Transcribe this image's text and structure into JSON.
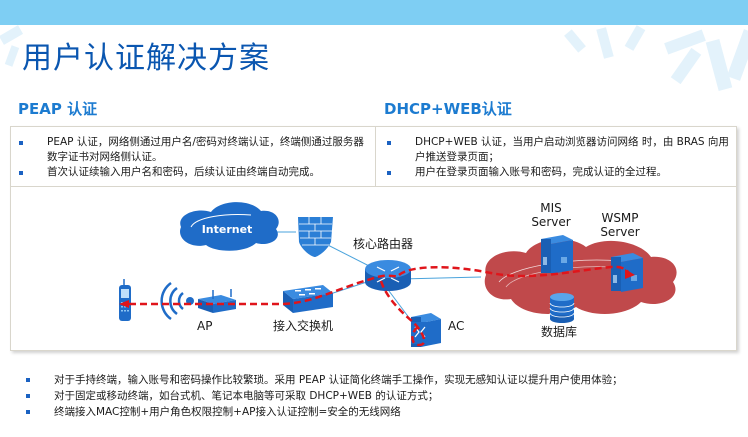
{
  "colors": {
    "top_bar": "#7ecef3",
    "title": "#0a56b0",
    "heading": "#1c7bd0",
    "bullet": "#1b62c2",
    "device_blue": "#1f6cc8",
    "data_path": "#e0151b",
    "server_cloud": "#c0494b"
  },
  "page": {
    "title": "用户认证解决方案"
  },
  "sections": {
    "peap": {
      "heading": "PEAP 认证",
      "bullets": [
        "PEAP 认证，网络侧通过用户名/密码对终端认证，终端侧通过服务器数字证书对网络侧认证。",
        "首次认证续输入用户名和密码，后续认证由终端自动完成。"
      ]
    },
    "dhcp_web": {
      "heading": "DHCP+WEB认证",
      "bullets": [
        "DHCP+WEB 认证，当用户启动浏览器访问网络 时，由 BRAS 向用户推送登录页面；",
        "用户在登录页面输入账号和密码，完成认证的全过程。"
      ]
    }
  },
  "diagram": {
    "nodes": {
      "internet": {
        "label": "Internet",
        "icon": "cloud-icon"
      },
      "firewall": {
        "label": "",
        "icon": "firewall-icon"
      },
      "core_router": {
        "label": "核心路由器",
        "icon": "router-icon"
      },
      "access_switch": {
        "label": "接入交换机",
        "icon": "switch-icon"
      },
      "ap": {
        "label": "AP",
        "icon": "access-point-icon"
      },
      "terminal": {
        "label": "",
        "icon": "mobile-phone-icon"
      },
      "ac": {
        "label": "AC",
        "icon": "access-controller-icon"
      },
      "mis_server": {
        "label_line1": "MIS",
        "label_line2": "Server",
        "icon": "server-icon"
      },
      "wsmp_server": {
        "label_line1": "WSMP",
        "label_line2": "Server",
        "icon": "server-icon"
      },
      "database": {
        "label": "数据库",
        "icon": "database-icon"
      }
    }
  },
  "summary": {
    "bullets": [
      "对于手持终端，输入账号和密码操作比较繁琐。采用 PEAP 认证简化终端手工操作，实现无感知认证以提升用户使用体验；",
      "对于固定或移动终端，如台式机、笔记本电脑等可采取 DHCP+WEB 的认证方式；",
      "终端接入MAC控制+用户角色权限控制+AP接入认证控制=安全的无线网络"
    ]
  }
}
